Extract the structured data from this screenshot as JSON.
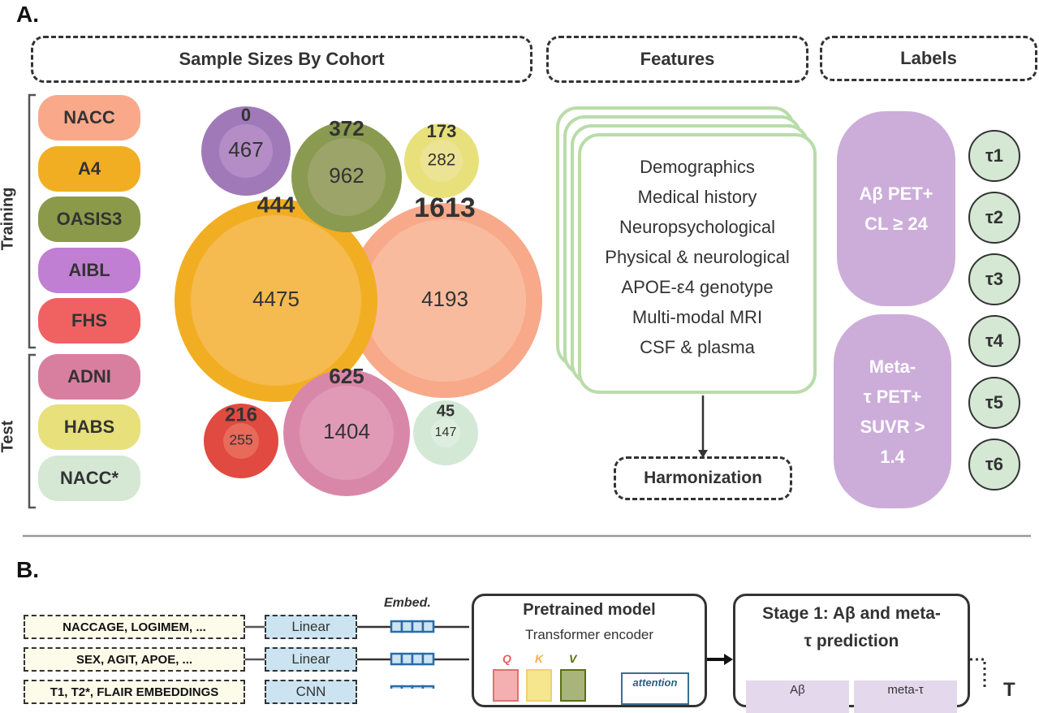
{
  "panel_a": {
    "label": "A.",
    "headers": {
      "samples": "Sample Sizes By Cohort",
      "features": "Features",
      "labels": "Labels"
    },
    "groups": {
      "training": "Training",
      "test": "Test"
    },
    "cohorts": [
      {
        "name": "NACC",
        "color": "#f9a98a",
        "outer": "1613",
        "inner": "4193"
      },
      {
        "name": "A4",
        "color": "#f2ae22",
        "outer": "444",
        "inner": "4475"
      },
      {
        "name": "OASIS3",
        "color": "#8a9a4a",
        "outer": "372",
        "inner": "962"
      },
      {
        "name": "AIBL",
        "color": "#c17fd3",
        "outer": "0",
        "inner": "467"
      },
      {
        "name": "FHS",
        "color": "#f06262",
        "outer": "216",
        "inner": "255"
      },
      {
        "name": "ADNI",
        "color": "#d87fa0",
        "outer": "625",
        "inner": "1404"
      },
      {
        "name": "HABS",
        "color": "#e8e07a",
        "outer": "173",
        "inner": "282"
      },
      {
        "name": "NACC*",
        "color": "#d4e8d4",
        "outer": "45",
        "inner": "147"
      }
    ],
    "features": [
      "Demographics",
      "Medical history",
      "Neuropsychological",
      "Physical & neurological",
      "APOE-ε4 genotype",
      "Multi-modal MRI",
      "CSF & plasma"
    ],
    "harmonization": "Harmonization",
    "label_abeta": [
      "Aβ PET+",
      "CL ≥ 24"
    ],
    "label_tau": [
      "Meta-",
      "τ PET+",
      "SUVR >",
      "1.4"
    ],
    "tau_regions": [
      "τ1",
      "τ2",
      "τ3",
      "τ4",
      "τ5",
      "τ6"
    ]
  },
  "panel_b": {
    "label": "B.",
    "embed": "Embed.",
    "inputs": [
      {
        "text": "NACCAGE, LOGIMEM, ...",
        "encoder": "Linear"
      },
      {
        "text": "SEX, AGIT, APOE, ...",
        "encoder": "Linear"
      },
      {
        "text": "T1, T2*, FLAIR EMBEDDINGS",
        "encoder": "CNN"
      }
    ],
    "pretrained": {
      "title": "Pretrained model",
      "subtitle": "Transformer encoder",
      "q": "Q",
      "k": "K",
      "v": "V",
      "attention": "attention"
    },
    "stage1": {
      "title_1": "Stage 1: Aβ and meta-",
      "title_2": "τ prediction",
      "left": "Aβ",
      "right": "meta-τ"
    },
    "edge": "T"
  }
}
